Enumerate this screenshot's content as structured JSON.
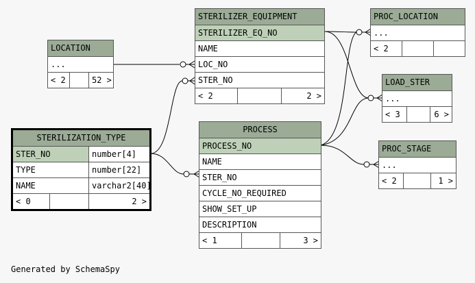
{
  "tables": {
    "sterilizer_equipment": {
      "name": "STERILIZER_EQUIPMENT",
      "pk": "STERILIZER_EQ_NO",
      "columns": [
        "NAME",
        "LOC_NO",
        "STER_NO"
      ],
      "children": "< 2",
      "parents": "2 >"
    },
    "proc_location": {
      "name": "PROC_LOCATION",
      "cols": "...",
      "children": "< 2"
    },
    "location": {
      "name": "LOCATION",
      "cols": "...",
      "children": "< 2",
      "parents": "52 >"
    },
    "load_ster": {
      "name": "LOAD_STER",
      "cols": "...",
      "children": "< 3",
      "parents": "6 >"
    },
    "sterilization_type": {
      "name": "STERILIZATION_TYPE",
      "rows": [
        {
          "name": "STER_NO",
          "type": "number[4]"
        },
        {
          "name": "TYPE",
          "type": "number[22]"
        },
        {
          "name": "NAME",
          "type": "varchar2[40]"
        }
      ],
      "children": "< 0",
      "parents": "2 >"
    },
    "process": {
      "name": "PROCESS",
      "pk": "PROCESS_NO",
      "columns": [
        "NAME",
        "STER_NO",
        "CYCLE_NO_REQUIRED",
        "SHOW_SET_UP",
        "DESCRIPTION"
      ],
      "children": "< 1",
      "parents": "3 >"
    },
    "proc_stage": {
      "name": "PROC_STAGE",
      "cols": "...",
      "children": "< 2",
      "parents": "1 >"
    }
  },
  "footer": {
    "credit": "Generated by SchemaSpy"
  }
}
